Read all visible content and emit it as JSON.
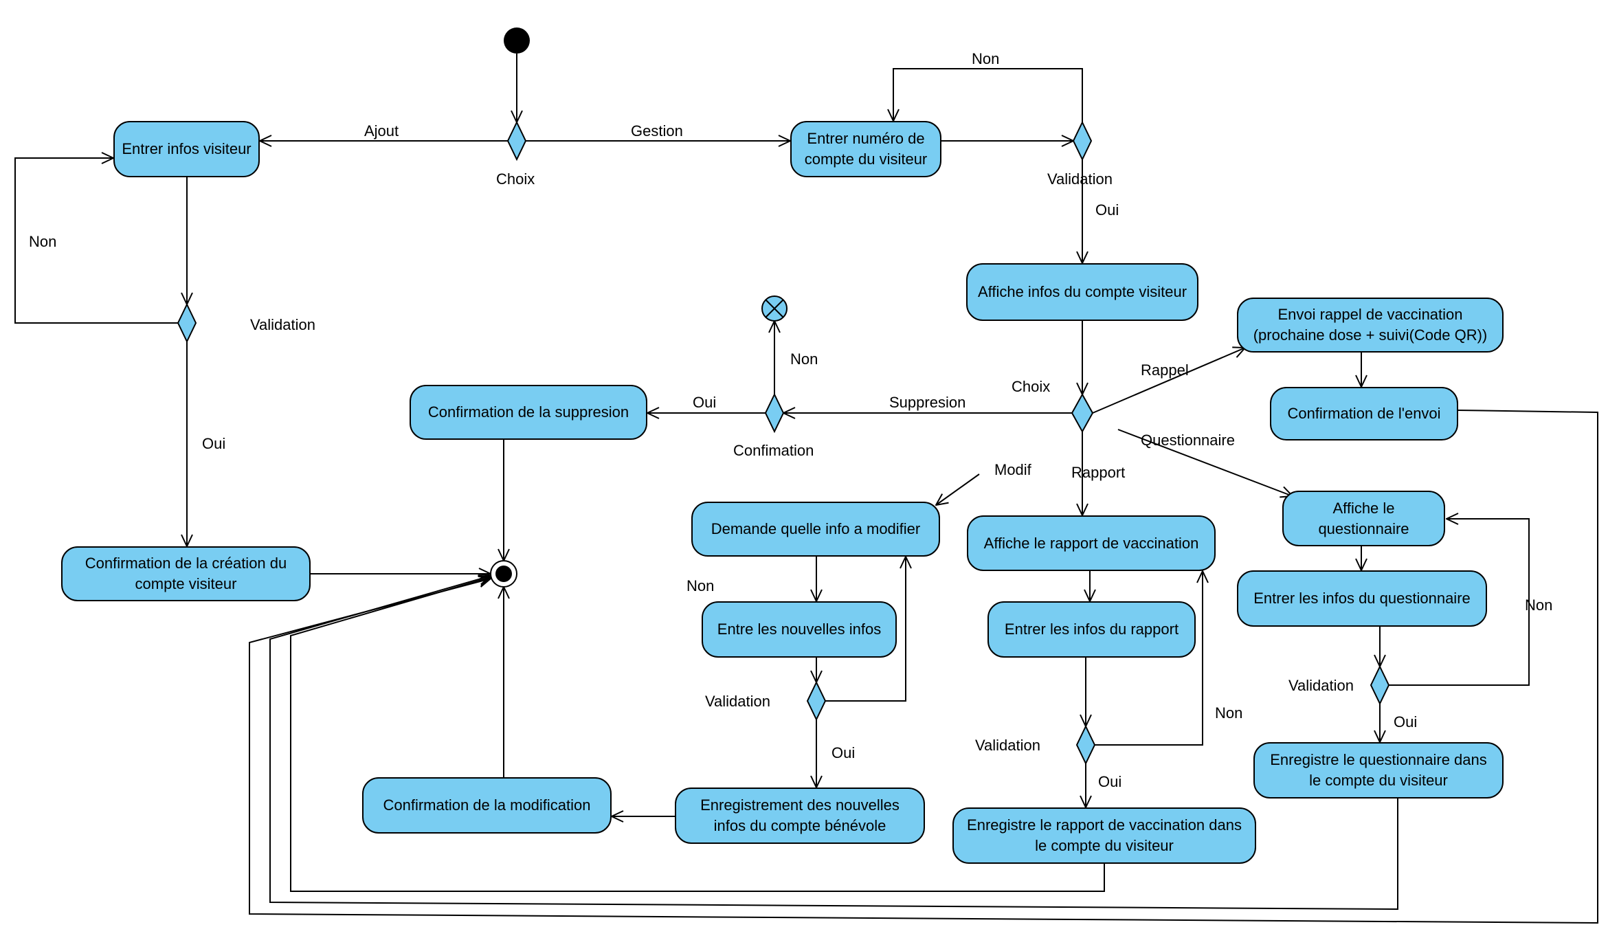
{
  "colors": {
    "node_fill": "#79CDF2",
    "stroke": "#000000",
    "background": "#FFFFFF"
  },
  "nodes": {
    "entrer_infos_visiteur": "Entrer infos visiteur",
    "confirmation_creation": "Confirmation de la création du\ncompte visiteur",
    "entrer_numero_compte": "Entrer numéro de\ncompte du visiteur",
    "affiche_infos_compte": "Affiche infos du compte visiteur",
    "confirmation_suppresion": "Confirmation de la suppresion",
    "envoi_rappel": "Envoi rappel de vaccination\n(prochaine dose + suivi(Code QR))",
    "confirmation_envoi": "Confirmation de l'envoi",
    "demande_info_modifier": "Demande quelle info a modifier",
    "entre_nouvelles_infos": "Entre les nouvelles infos",
    "enregistrement_nouvelles_infos": "Enregistrement des nouvelles\ninfos du compte bénévole",
    "confirmation_modification": "Confirmation de la modification",
    "affiche_rapport": "Affiche le rapport de vaccination",
    "entrer_infos_rapport": "Entrer les infos du rapport",
    "enregistre_rapport": "Enregistre le rapport de vaccination dans\nle compte du visiteur",
    "affiche_questionnaire": "Affiche le\nquestionnaire",
    "entrer_infos_questionnaire": "Entrer les infos du questionnaire",
    "enregistre_questionnaire": "Enregistre le questionnaire dans\nle compte du visiteur"
  },
  "labels": {
    "ajout": "Ajout",
    "gestion": "Gestion",
    "choix_top": "Choix",
    "non_top": "Non",
    "validation_top": "Validation",
    "oui_top": "Oui",
    "non_left": "Non",
    "validation_left": "Validation",
    "oui_left": "Oui",
    "choix_mid": "Choix",
    "rappel": "Rappel",
    "suppresion": "Suppresion",
    "oui_supp": "Oui",
    "non_supp": "Non",
    "confimation": "Confimation",
    "modif": "Modif",
    "rapport": "Rapport",
    "questionnaire": "Questionnaire",
    "non_modif": "Non",
    "validation_modif": "Validation",
    "oui_modif": "Oui",
    "non_rapport": "Non",
    "validation_rapport": "Validation",
    "oui_rapport": "Oui",
    "non_quest": "Non",
    "validation_quest": "Validation",
    "oui_quest": "Oui"
  }
}
